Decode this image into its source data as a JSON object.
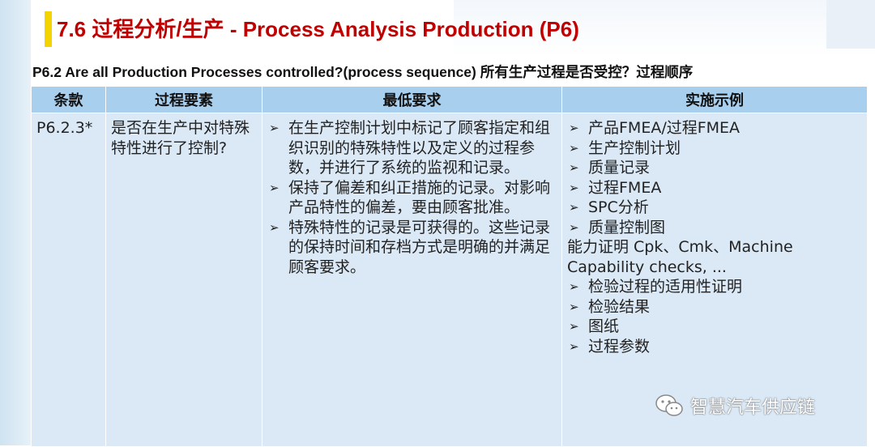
{
  "header": {
    "title": "7.6 过程分析/生产 - Process Analysis Production (P6)",
    "subtitle": "P6.2 Are all Production Processes controlled?(process sequence) 所有生产过程是否受控？过程顺序"
  },
  "table": {
    "columns": [
      "条款",
      "过程要素",
      "最低要求",
      "实施示例"
    ],
    "row": {
      "code": "P6.2.3*",
      "element": "是否在生产中对特殊特性进行了控制?",
      "requirements": [
        "在生产控制计划中标记了顾客指定和组织识别的特殊特性以及定义的过程参数，并进行了系统的监视和记录。",
        "保持了偏差和纠正措施的记录。对影响产品特性的偏差，要由顾客批准。",
        "特殊特性的记录是可获得的。这些记录的保持时间和存档方式是明确的并满足顾客要求。"
      ],
      "examples_a": [
        "产品FMEA/过程FMEA",
        "生产控制计划",
        "质量记录",
        "过程FMEA",
        "SPC分析",
        "质量控制图"
      ],
      "examples_plain": "能力证明 Cpk、Cmk、Machine Capability checks, ...",
      "examples_b": [
        "检验过程的适用性证明",
        "检验结果",
        "图纸",
        "过程参数"
      ]
    }
  },
  "bullet_glyph": "➢",
  "watermark": {
    "text": "智慧汽车供应链",
    "icon": "wechat-icon"
  }
}
